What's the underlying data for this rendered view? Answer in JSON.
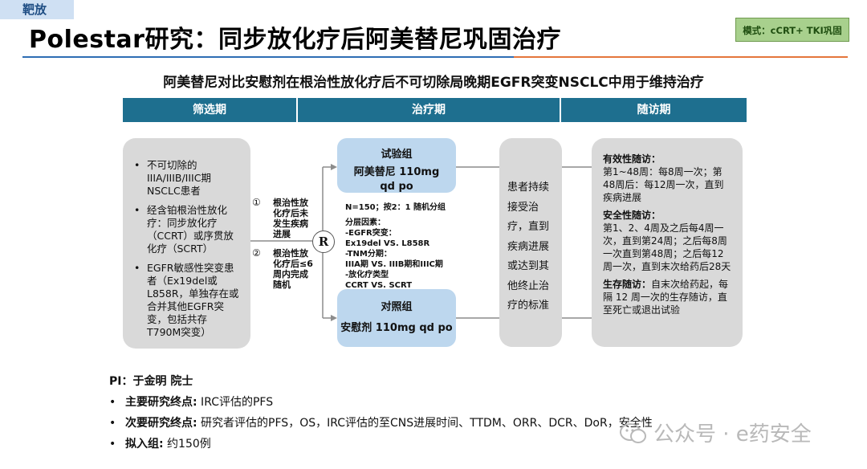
{
  "tag": "靶放",
  "title": "Polestar研究：同步放化疗后阿美替尼巩固治疗",
  "mode_badge": "模式：cCRT+ TKI巩固",
  "subtitle": "阿美替尼对比安慰剂在根治性放化疗后不可切除局晚期EGFR突变NSCLC中用于维持治疗",
  "phases": [
    "筛选期",
    "治疗期",
    "随访期"
  ],
  "screening": {
    "bullets": [
      "不可切除的IIIA/IIIB/IIIC期NSCLC患者",
      "经含铂根治性放化疗：同步放化疗（CCRT）或序贯放化疗（SCRT）",
      "EGFR敏感性突变患者（Ex19del或L858R，单独存在或合并其他EGFR突变，包括共存T790M突变）"
    ]
  },
  "routes": [
    {
      "num": "①",
      "text": "根治性放化疗后未发生疾病进展"
    },
    {
      "num": "②",
      "text": "根治性放化疗后≤6周内完成随机"
    }
  ],
  "randomization": {
    "symbol": "R",
    "n_line": "N=150；按2：1 随机分组",
    "factors": [
      "分层因素：",
      "-EGFR突变：",
      "Ex19del VS. L858R",
      "-TNM分期：",
      "IIIA期 VS. IIIB期和IIIC期",
      "-放化疗类型",
      "CCRT VS. SCRT"
    ]
  },
  "experimental": {
    "label": "试验组",
    "drug": "阿美替尼 110mg qd po"
  },
  "control": {
    "label": "对照组",
    "drug": "安慰剂 110mg qd po"
  },
  "continue_text": "患者持续接受治疗，直到疾病进展或达到其他终止治疗的标准",
  "followup": [
    {
      "head": "有效性随访：",
      "body": "第1~48周：每8周一次；第48周后：每12周一次，直到疾病进展"
    },
    {
      "head": "安全性随访：",
      "body": "第1、2、4周及之后每4周一次，直到第24周；之后每8周一次直到第48周；之后每12周一次，直到末次给药后28天"
    },
    {
      "head": "生存随访：",
      "body": "自末次给药起，每隔 12 周一次的生存随访，直至死亡或退出试验"
    }
  ],
  "footer": {
    "pi": "PI：于金明 院士",
    "items": [
      {
        "key": "主要研究终点:",
        "value": " IRC评估的PFS"
      },
      {
        "key": "次要研究终点:",
        "value": " 研究者评估的PFS，OS，IRC评估的至CNS进展时间、TTDM、ORR、DCR、DoR，安全性"
      },
      {
        "key": "拟入组:",
        "value": " 约150例"
      }
    ]
  },
  "watermark": "公众号 · e药安全",
  "colors": {
    "phase_header": "#1e6f8f",
    "gray_box": "#d9d9d9",
    "blue_box": "#bdd7ee",
    "badge": "#a8d08d",
    "rule_blue": "#2e6db4",
    "rule_orange": "#e4763c"
  }
}
